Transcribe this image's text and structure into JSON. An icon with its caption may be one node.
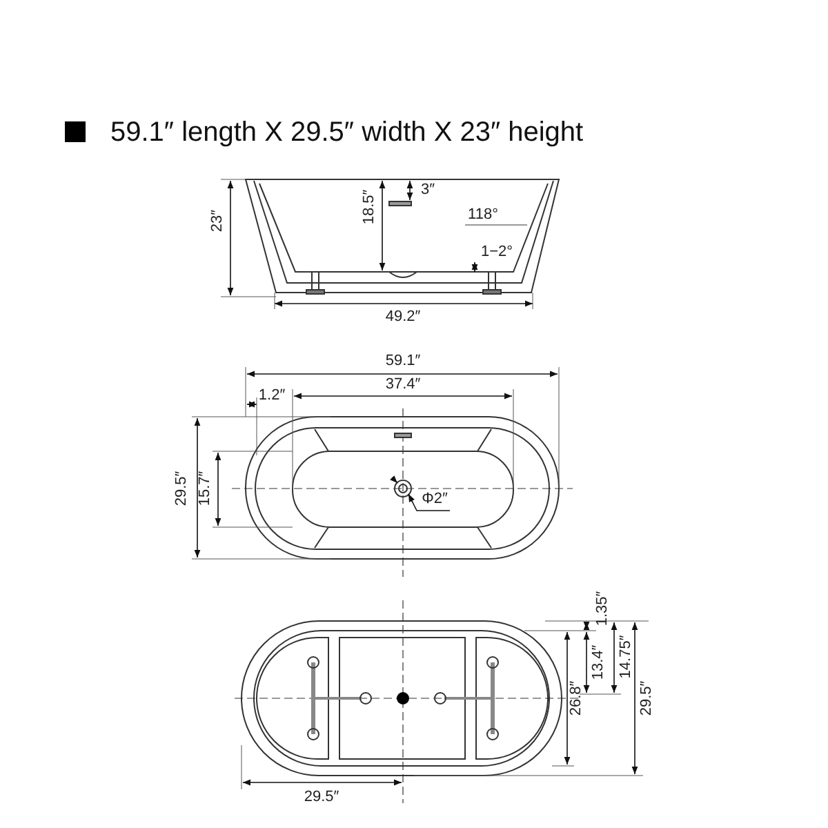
{
  "diagram": {
    "title": "59.1″ length X 29.5″ width X 23″ height",
    "labels": [
      "23″",
      "18.5″",
      "3″",
      "118°",
      "1−2°",
      "49.2″",
      "59.1″",
      "1.2″",
      "37.4″",
      "29.5″",
      "15.7″",
      "Φ2″",
      "1.35″",
      "13.4″",
      "14.75″",
      "26.8″",
      "29.5″",
      "29.5″"
    ]
  }
}
